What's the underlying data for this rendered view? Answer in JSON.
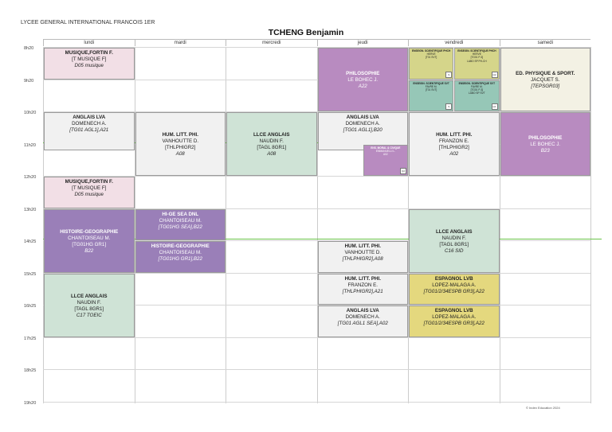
{
  "header": {
    "school": "LYCEE GENERAL INTERNATIONAL FRANCOIS 1ER",
    "student": "TCHENG Benjamin"
  },
  "days": [
    "lundi",
    "mardi",
    "mercredi",
    "jeudi",
    "vendredi",
    "samedi"
  ],
  "times": [
    "8h20",
    "9h20",
    "10h20",
    "11h20",
    "12h20",
    "13h20",
    "14h25",
    "15h25",
    "16h25",
    "17h25",
    "18h25",
    "19h20"
  ],
  "colors": {
    "pink": "#f2dfe6",
    "grey": "#f1f1f1",
    "green": "#cfe3d6",
    "purple": "#b88bc0",
    "purple2": "#9a7fb8",
    "yellow": "#e4d87e",
    "cream": "#f3f1e4",
    "olive": "#d5d58a",
    "teal": "#96c7b7",
    "now_line": "#6ac44a"
  },
  "events": [
    {
      "day": 0,
      "start": 0,
      "end": 1,
      "color": "pink",
      "lines": [
        "MUSIQUE,FORTIN F.",
        "[T MUSIQUE F]",
        "D05 musique"
      ]
    },
    {
      "day": 0,
      "start": 2,
      "end": 3.2,
      "color": "grey",
      "lines": [
        "ANGLAIS LVA",
        "DOMENECH A.",
        "[TG01 AGL1],A21"
      ]
    },
    {
      "day": 0,
      "start": 4,
      "end": 5,
      "color": "pink",
      "lines": [
        "MUSIQUE,FORTIN F.",
        "[T MUSIQUE F]",
        "D05 musique"
      ]
    },
    {
      "day": 0,
      "start": 5,
      "end": 7,
      "color": "purple2",
      "light": true,
      "lines": [
        "HISTOIRE-GEOGRAPHIE",
        "CHANTOISEAU M.",
        "[TG01HG GR1]",
        "B22"
      ]
    },
    {
      "day": 0,
      "start": 7,
      "end": 9,
      "color": "green",
      "lines": [
        "LLCE ANGLAIS",
        "NAUDIN F.",
        "[TAGL 8GR1]",
        "C17 TOEIC"
      ]
    },
    {
      "day": 1,
      "start": 2,
      "end": 4,
      "color": "grey",
      "lines": [
        "HUM. LITT. PHI.",
        "VANHOUTTE D.",
        "[THLPHIGR2]",
        "A08"
      ]
    },
    {
      "day": 1,
      "start": 5,
      "end": 6,
      "color": "purple2",
      "light": true,
      "lines": [
        "HI-GE SEA DNL",
        "CHANTOISEAU M.",
        "[TG01HG SEA],B22"
      ]
    },
    {
      "day": 1,
      "start": 6,
      "end": 7,
      "color": "purple2",
      "light": true,
      "lines": [
        "HISTOIRE-GEOGRAPHIE",
        "CHANTOISEAU M.",
        "[TG01HG GR1],B22"
      ]
    },
    {
      "day": 2,
      "start": 2,
      "end": 4,
      "color": "green",
      "lines": [
        "LLCE ANGLAIS",
        "NAUDIN F.",
        "[TAGL 8GR1]",
        "A08"
      ]
    },
    {
      "day": 3,
      "start": 0,
      "end": 2,
      "color": "purple",
      "light": true,
      "lines": [
        "PHILOSOPHIE",
        "LE BOHEC J.",
        "A22"
      ]
    },
    {
      "day": 3,
      "start": 2,
      "end": 3.2,
      "color": "grey",
      "lines": [
        "ANGLAIS LVA",
        "DOMENECH A.",
        "[TG01 AGL1],B20"
      ]
    },
    {
      "day": 3,
      "start": 6,
      "end": 7,
      "color": "grey",
      "lines": [
        "HUM. LITT. PHI.",
        "VANHOUTTE D.",
        "[THLPHIGR2],A08"
      ]
    },
    {
      "day": 3,
      "start": 7,
      "end": 8,
      "color": "grey",
      "lines": [
        "HUM. LITT. PHI.",
        "FRANZON E.",
        "[THLPHIGR2],A21"
      ]
    },
    {
      "day": 3,
      "start": 8,
      "end": 9,
      "color": "grey",
      "lines": [
        "ANGLAIS LVA",
        "DOMENECH A.",
        "[TG01 AGL1 SEA],A02"
      ]
    },
    {
      "day": 4,
      "start": 2,
      "end": 4,
      "color": "grey",
      "lines": [
        "HUM. LITT. PHI.",
        "FRANZON E.",
        "[THLPHIGR2]",
        "A02"
      ]
    },
    {
      "day": 4,
      "start": 5,
      "end": 7,
      "color": "green",
      "lines": [
        "LLCE ANGLAIS",
        "NAUDIN F.",
        "[TAGL 8GR1]",
        "C16 SID"
      ]
    },
    {
      "day": 4,
      "start": 7,
      "end": 8,
      "color": "yellow",
      "lines": [
        "ESPAGNOL LVB",
        "LOPEZ-MALAGA A.",
        "[TG01/2/34ESPB GR3],A22"
      ]
    },
    {
      "day": 4,
      "start": 8,
      "end": 9,
      "color": "yellow",
      "lines": [
        "ESPAGNOL LVB",
        "LOPEZ-MALAGA A.",
        "[TG01/2/34ESPB GR3],A22"
      ]
    },
    {
      "day": 5,
      "start": 0,
      "end": 2,
      "color": "cream",
      "lines": [
        "ED. PHYSIQUE & SPORT.",
        "JACQUET S.",
        "[TEPSGR03]"
      ]
    },
    {
      "day": 5,
      "start": 2,
      "end": 4,
      "color": "purple",
      "light": true,
      "lines": [
        "PHILOSOPHIE",
        "LE BOHEC J.",
        "B23"
      ]
    }
  ],
  "small_events": [
    {
      "day": 4,
      "start": 0,
      "end": 1,
      "half": 0,
      "color": "olive",
      "tag": "S",
      "lines": [
        "ENSEIGN. SCIENTIFIQUE PHCH",
        "HERVE",
        "[T01 SVT]"
      ]
    },
    {
      "day": 4,
      "start": 0,
      "end": 1,
      "half": 1,
      "color": "olive",
      "tag": "Q2",
      "lines": [
        "ENSEIGN. SCIENTIFIQUE PHCH",
        "HERVE",
        "[TG01 P-3]",
        "LABO SP PH-CH"
      ]
    },
    {
      "day": 4,
      "start": 1,
      "end": 2,
      "half": 0,
      "color": "teal",
      "tag": "S",
      "lines": [
        "ENSEIGN. SCIENTIFIQUE SVT",
        "FAVRE M.",
        "[T01 SVT]"
      ]
    },
    {
      "day": 4,
      "start": 1,
      "end": 2,
      "half": 1,
      "color": "teal",
      "tag": "Q1",
      "lines": [
        "ENSEIGN. SCIENTIFIQUE SVT",
        "FAVRE M.",
        "[TG01 P-3]",
        "LABO SP SVT"
      ]
    },
    {
      "day": 3,
      "start": 3,
      "end": 4,
      "half": 1,
      "color": "purple",
      "light": true,
      "tag": "Q2",
      "lines": [
        "ENS. MORAL & CIVIQUE",
        "EMMANUELLI L.",
        "A02"
      ]
    }
  ],
  "copyright": "© Index Education 2024"
}
